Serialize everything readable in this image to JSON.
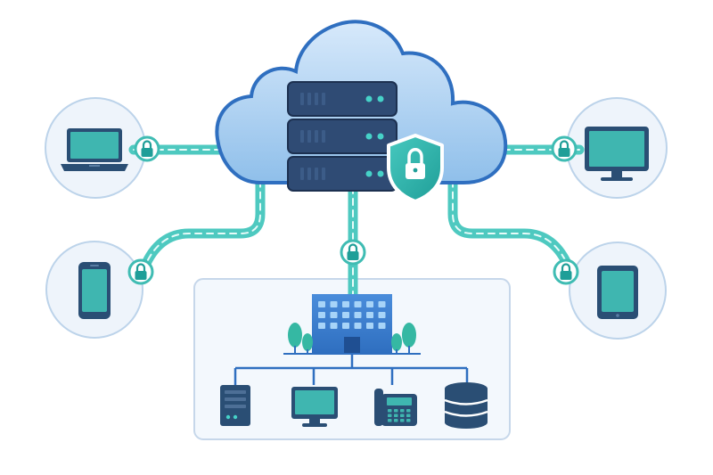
{
  "diagram": {
    "kind": "secure-cloud-network",
    "colors": {
      "cloud_fill_top": "#d7e9fb",
      "cloud_fill_bottom": "#8fbfea",
      "cloud_stroke": "#2f6fc0",
      "server_dark": "#243b5e",
      "server_mid": "#2f4b74",
      "server_light": "#3c5c88",
      "led": "#46d2c8",
      "link_teal": "#4ec9c0",
      "link_dash": "#e8fbf9",
      "lock_ring": "#3fbcb3",
      "shield_dark": "#1f9e98",
      "shield_light": "#47c9bf",
      "device_circle_fill": "#eef4fb",
      "device_circle_stroke": "#bcd3ea",
      "device_body": "#2a4e74",
      "device_screen": "#3fb6b0",
      "office_panel_fill": "#f3f8fd",
      "office_panel_stroke": "#c6d7ea",
      "building_blue": "#3d7fd0",
      "building_window": "#a7d4f8",
      "tree_green": "#35b8a3",
      "office_line": "#2f6fc0"
    },
    "cloud": {
      "icon": "cloud-icon"
    },
    "server_stack": {
      "icon": "server-rack-icon",
      "units": 3
    },
    "shield": {
      "icon": "shield-lock-icon"
    },
    "devices": [
      {
        "id": "laptop",
        "icon": "laptop-icon",
        "locked": true
      },
      {
        "id": "smartphone",
        "icon": "smartphone-icon",
        "locked": true
      },
      {
        "id": "monitor",
        "icon": "monitor-icon",
        "locked": true
      },
      {
        "id": "tablet",
        "icon": "tablet-icon",
        "locked": true
      }
    ],
    "office": {
      "building_icon": "office-building-icon",
      "locked": true,
      "items": [
        {
          "id": "server-tower",
          "icon": "server-tower-icon"
        },
        {
          "id": "desktop-monitor",
          "icon": "desktop-monitor-icon"
        },
        {
          "id": "ip-phone",
          "icon": "desk-phone-icon"
        },
        {
          "id": "database",
          "icon": "database-icon"
        }
      ]
    }
  }
}
